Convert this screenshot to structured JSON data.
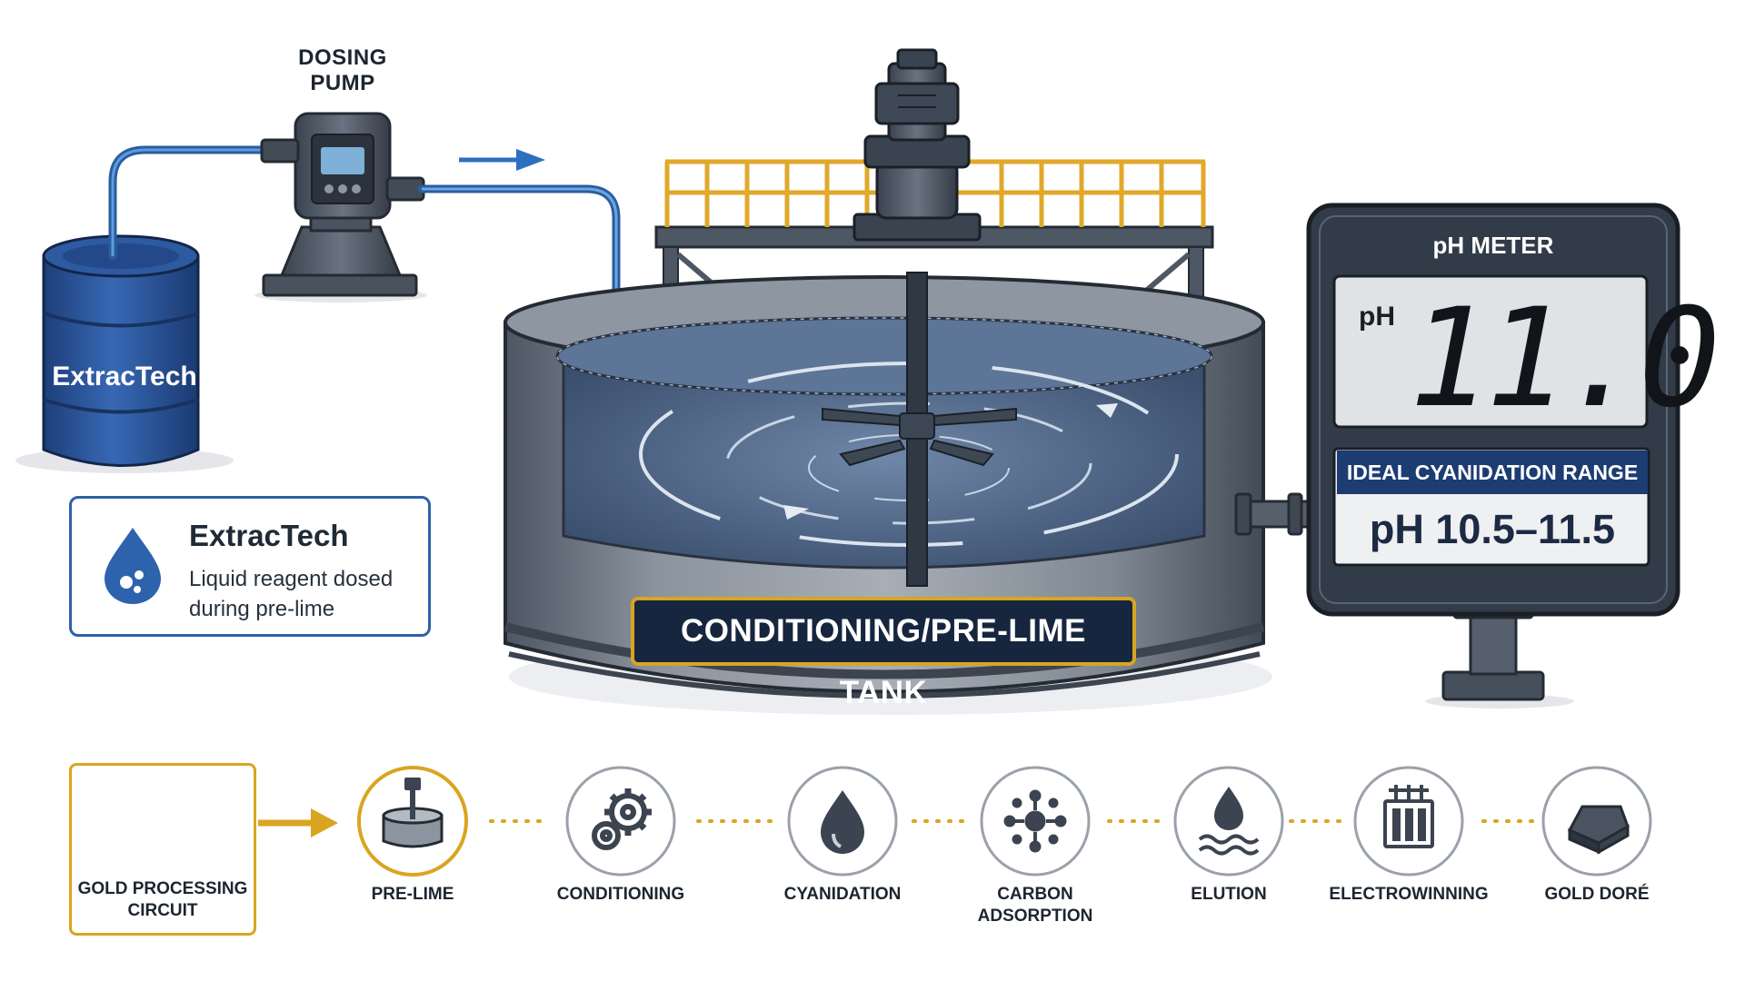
{
  "pump": {
    "label": "DOSING\nPUMP"
  },
  "drum": {
    "label": "ExtracTech"
  },
  "info_card": {
    "title": "ExtracTech",
    "description": "Liquid reagent dosed during pre-lime"
  },
  "tank": {
    "label": "CONDITIONING/PRE-LIME TANK"
  },
  "ph_meter": {
    "title": "pH METER",
    "unit": "pH",
    "reading": "11.0",
    "range_title": "IDEAL CYANIDATION RANGE",
    "range_value": "pH 10.5–11.5"
  },
  "circuit": {
    "label": "GOLD PROCESSING CIRCUIT",
    "steps": [
      {
        "label": "PRE-LIME",
        "icon": "tank-agitator-icon",
        "active": true
      },
      {
        "label": "CONDITIONING",
        "icon": "gears-icon",
        "active": false
      },
      {
        "label": "CYANIDATION",
        "icon": "drop-icon",
        "active": false
      },
      {
        "label": "CARBON ADSORPTION",
        "icon": "molecule-icon",
        "active": false
      },
      {
        "label": "ELUTION",
        "icon": "drop-waves-icon",
        "active": false
      },
      {
        "label": "ELECTROWINNING",
        "icon": "cells-icon",
        "active": false
      },
      {
        "label": "GOLD DORÉ",
        "icon": "gold-bar-icon",
        "active": false
      }
    ]
  },
  "colors": {
    "accent_gold": "#d9a520",
    "navy": "#17263f",
    "blue": "#2c62a6",
    "steel": "#5d6775"
  }
}
